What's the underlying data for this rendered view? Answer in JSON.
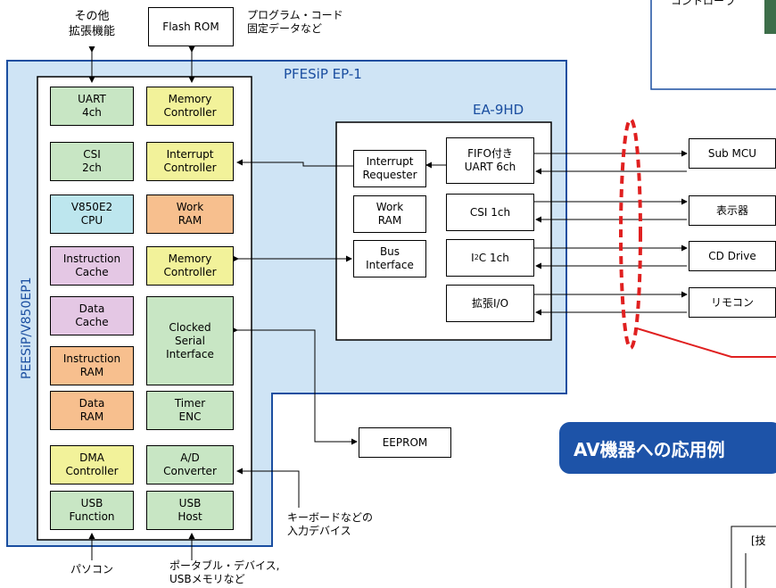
{
  "top": {
    "other_ext": "その他\n拡張機能",
    "flash_rom": "Flash ROM",
    "flash_note": "プログラム・コード\n固定データなど",
    "inset_label": "コントローラ"
  },
  "board": {
    "title": "PFESiP EP-1",
    "vertical_label": "PEESiP/V850EP1",
    "colors": {
      "board_fill": "#cfe4f5",
      "board_border": "#1a4ea0"
    }
  },
  "chip_blocks": {
    "uart": "UART\n4ch",
    "mem_ctrl_1": "Memory\nController",
    "csi": "CSI\n2ch",
    "int_ctrl": "Interrupt\nController",
    "cpu": "V850E2\nCPU",
    "work_ram": "Work\nRAM",
    "inst_cache": "Instruction\nCache",
    "mem_ctrl_2": "Memory\nController",
    "data_cache": "Data\nCache",
    "clocked_serial": "Clocked\nSerial\nInterface",
    "inst_ram": "Instruction\nRAM",
    "data_ram": "Data\nRAM",
    "timer": "Timer\nENC",
    "dma": "DMA\nController",
    "adc": "A/D\nConverter",
    "usb_func": "USB\nFunction",
    "usb_host": "USB\nHost"
  },
  "ea": {
    "title": "EA-9HD",
    "int_req": "Interrupt\nRequester",
    "work_ram": "Work\nRAM",
    "bus_if": "Bus\nInterface",
    "fifo_uart": "FIFO付き\nUART 6ch",
    "csi": "CSI 1ch",
    "i2c_prefix": "I",
    "i2c_sup": "2",
    "i2c_suffix": "C 1ch",
    "ext_io": "拡張I/O"
  },
  "devices": {
    "sub_mcu": "Sub MCU",
    "display": "表示器",
    "cd_drive": "CD Drive",
    "remote": "リモコン"
  },
  "eeprom": "EEPROM",
  "banner": "AV機器への応用例",
  "keyboard_note": "キーボードなどの\n入力デバイス",
  "pc_label": "パソコン",
  "portable_note": "ポータブル・デバイス,\nUSBメモリなど",
  "corner_text": "[技"
}
